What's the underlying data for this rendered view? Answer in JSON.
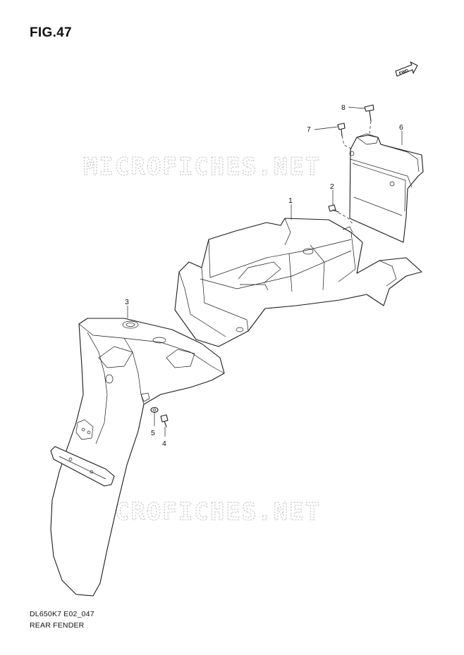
{
  "figure": {
    "title": "FIG.47",
    "model_code": "DL650K7 E02_047",
    "name": "REAR FENDER"
  },
  "watermark": {
    "text": "MICROFICHES.NET"
  },
  "fwd_badge": {
    "text": "FWD"
  },
  "parts": [
    {
      "ref": "1"
    },
    {
      "ref": "2"
    },
    {
      "ref": "3"
    },
    {
      "ref": "4"
    },
    {
      "ref": "5"
    },
    {
      "ref": "6"
    },
    {
      "ref": "7"
    },
    {
      "ref": "8"
    }
  ],
  "colors": {
    "line": "#1a1a1a",
    "watermark": "#c9c9c9",
    "background": "#ffffff"
  }
}
